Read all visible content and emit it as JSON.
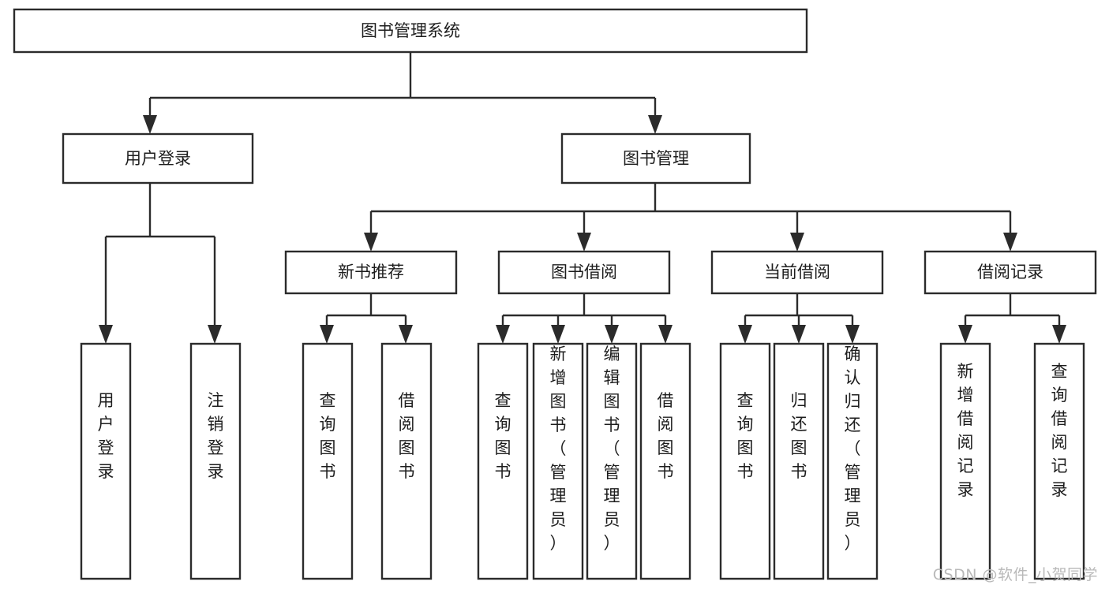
{
  "diagram": {
    "type": "tree-hierarchy",
    "title": "图书管理系统",
    "watermark": "CSDN @软件_小贺同学",
    "colors": {
      "box_stroke": "#2b2b2b",
      "box_fill": "#ffffff",
      "text": "#1d1d1d",
      "background": "#ffffff",
      "watermark": "#b9b9b9"
    },
    "levels": {
      "root": {
        "label": "图书管理系统"
      },
      "level2": [
        {
          "label": "用户登录"
        },
        {
          "label": "图书管理"
        }
      ],
      "level3": [
        {
          "label": "新书推荐"
        },
        {
          "label": "图书借阅"
        },
        {
          "label": "当前借阅"
        },
        {
          "label": "借阅记录"
        }
      ],
      "leaves": {
        "user_login": [
          {
            "label": "用户登录"
          },
          {
            "label": "注销登录"
          }
        ],
        "new_book_recommend": [
          {
            "label": "查询图书"
          },
          {
            "label": "借阅图书"
          }
        ],
        "book_borrow": [
          {
            "label": "查询图书"
          },
          {
            "label": "新增图书（管理员）"
          },
          {
            "label": "编辑图书（管理员）"
          },
          {
            "label": "借阅图书"
          }
        ],
        "current_borrow": [
          {
            "label": "查询图书"
          },
          {
            "label": "归还图书"
          },
          {
            "label": "确认归还（管理员）"
          }
        ],
        "borrow_record": [
          {
            "label": "新增借阅记录"
          },
          {
            "label": "查询借阅记录"
          }
        ]
      }
    }
  }
}
